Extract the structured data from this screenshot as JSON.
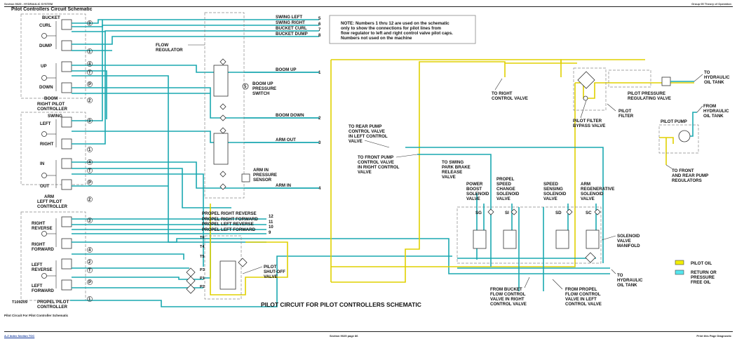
{
  "header": {
    "left": "Section 9025 - HYDRAULIC SYSTEM",
    "right": "Group 05 Theory of Operation"
  },
  "figure_title": "Pilot Controllers Circuit Schematic",
  "caption": "Pilot Circuit For Pilot Controller Schematic",
  "footer": {
    "left": "A-Z Index Section TOC",
    "center": "Section 9025 page 86",
    "right": "Print this Page Diagnostic"
  },
  "schematic_title": "PILOT CIRCUIT FOR PILOT CONTROLLERS SCHEMATIC",
  "figure_id": "T109209",
  "note": [
    "NOTE: Numbers 1 thru 12 are used on the schematic",
    "only to show the connections for pilot lines from",
    "flow regulator to left and right control valve pilot caps.",
    "Numbers not used on the machine"
  ],
  "controllers": {
    "right": {
      "labels": {
        "bucket": "BUCKET",
        "curl": "CURL",
        "dump": "DUMP",
        "up": "UP",
        "down": "DOWN",
        "boom": "BOOM"
      },
      "title": [
        "RIGHT PILOT",
        "CONTROLLER"
      ],
      "ports": [
        "3",
        "1",
        "4",
        "T",
        "P",
        "2"
      ]
    },
    "left": {
      "labels": {
        "swing": "SWING",
        "left": "LEFT",
        "right": "RIGHT",
        "in": "IN",
        "out": "OUT",
        "arm": "ARM"
      },
      "title": [
        "LEFT PILOT",
        "CONTROLLER"
      ],
      "ports": [
        "3",
        "1",
        "4",
        "T",
        "P",
        "2"
      ]
    },
    "propel": {
      "labels": {
        "right_reverse": [
          "RIGHT",
          "REVERSE"
        ],
        "right_forward": [
          "RIGHT",
          "FORWARD"
        ],
        "left_reverse": [
          "LEFT",
          "REVERSE"
        ],
        "left_forward": [
          "LEFT",
          "FORWARD"
        ]
      },
      "title": [
        "PROPEL PILOT",
        "CONTROLLER"
      ],
      "ports": [
        "3",
        "4",
        "2",
        "T",
        "P",
        "1"
      ]
    }
  },
  "flow_regulator": {
    "label": [
      "FLOW",
      "REGULATOR"
    ],
    "lines": [
      {
        "name": "SWING LEFT",
        "num": "5"
      },
      {
        "name": "SWING RIGHT",
        "num": "6"
      },
      {
        "name": "BUCKET CURL",
        "num": "7"
      },
      {
        "name": "BUCKET DUMP",
        "num": "8"
      },
      {
        "name": "BOOM UP",
        "num": "1"
      },
      {
        "name": "BOOM DOWN",
        "num": "2"
      },
      {
        "name": "ARM OUT",
        "num": "3"
      },
      {
        "name": "ARM IN",
        "num": "4"
      }
    ],
    "boom_up_switch": [
      "BOOM UP",
      "PRESSURE",
      "SWITCH"
    ],
    "boom_up_switch_num": "5",
    "arm_in_sensor": [
      "ARM IN",
      "PRESSURE",
      "SENSOR"
    ]
  },
  "propel_lines": [
    {
      "name": "PROPEL RIGHT REVERSE",
      "num": "12"
    },
    {
      "name": "PROPEL RIGHT FORWARD",
      "num": "11"
    },
    {
      "name": "PROPEL LEFT REVERSE",
      "num": "10"
    },
    {
      "name": "PROPEL LEFT FORWARD",
      "num": "9"
    }
  ],
  "shutoff": {
    "ports": [
      "T6",
      "T4",
      "T5",
      "P3",
      "P1",
      "P2"
    ],
    "label": [
      "PILOT",
      "SHUT-OFF",
      "VALVE"
    ]
  },
  "pilot_supply": {
    "to_right_cv": [
      "TO RIGHT",
      "CONTROL VALVE"
    ],
    "filter_bypass": [
      "PILOT FILTER",
      "BYPASS VALVE"
    ],
    "filter": [
      "PILOT",
      "FILTER"
    ],
    "prv": [
      "PILOT PRESSURE",
      "REGULATING VALVE"
    ],
    "to_tank": [
      "TO",
      "HYDRAULIC",
      "OIL TANK"
    ],
    "from_tank": [
      "FROM",
      "HYDRAULIC",
      "OIL TANK"
    ],
    "pump": "PILOT PUMP",
    "to_regulators": [
      "TO FRONT",
      "AND REAR PUMP",
      "REGULATORS"
    ]
  },
  "solenoid": {
    "rear_pump": [
      "TO REAR PUMP",
      "CONTROL VALVE",
      "IN LEFT CONTROL",
      "VALVE"
    ],
    "front_pump": [
      "TO FRONT PUMP",
      "CONTROL VALVE",
      "IN RIGHT CONTROL",
      "VALVE"
    ],
    "swing_brake": [
      "TO SWING",
      "PARK BRAKE",
      "RELEASE",
      "VALVE"
    ],
    "valves": [
      {
        "code": "SG",
        "label": [
          "POWER",
          "BOOST",
          "SOLENOID",
          "VALVE"
        ]
      },
      {
        "code": "SI",
        "label": [
          "PROPEL",
          "SPEED",
          "CHANGE",
          "SOLENOID",
          "VALVE"
        ]
      },
      {
        "code": "SD",
        "label": [
          "SPEED",
          "SENSING",
          "SOLENOID",
          "VALVE"
        ]
      },
      {
        "code": "SC",
        "label": [
          "ARM",
          "REGENERATIVE",
          "SOLENOID",
          "VALVE"
        ]
      }
    ],
    "manifold": [
      "SOLENOID",
      "VALVE",
      "MANIFOLD"
    ],
    "to_tank": [
      "TO",
      "HYDRAULIC",
      "OIL TANK"
    ],
    "from_bucket": [
      "FROM BUCKET",
      "FLOW CONTROL",
      "VALVE IN RIGHT",
      "CONTROL VALVE"
    ],
    "from_propel": [
      "FROM PROPEL",
      "FLOW CONTROL",
      "VALVE IN LEFT",
      "CONTROL VALVE"
    ]
  },
  "legend": [
    {
      "label": [
        "PILOT OIL"
      ],
      "color": "#f2ee00"
    },
    {
      "label": [
        "RETURN OR",
        "PRESSURE",
        "FREE OIL"
      ],
      "color": "#55e6ee"
    }
  ]
}
